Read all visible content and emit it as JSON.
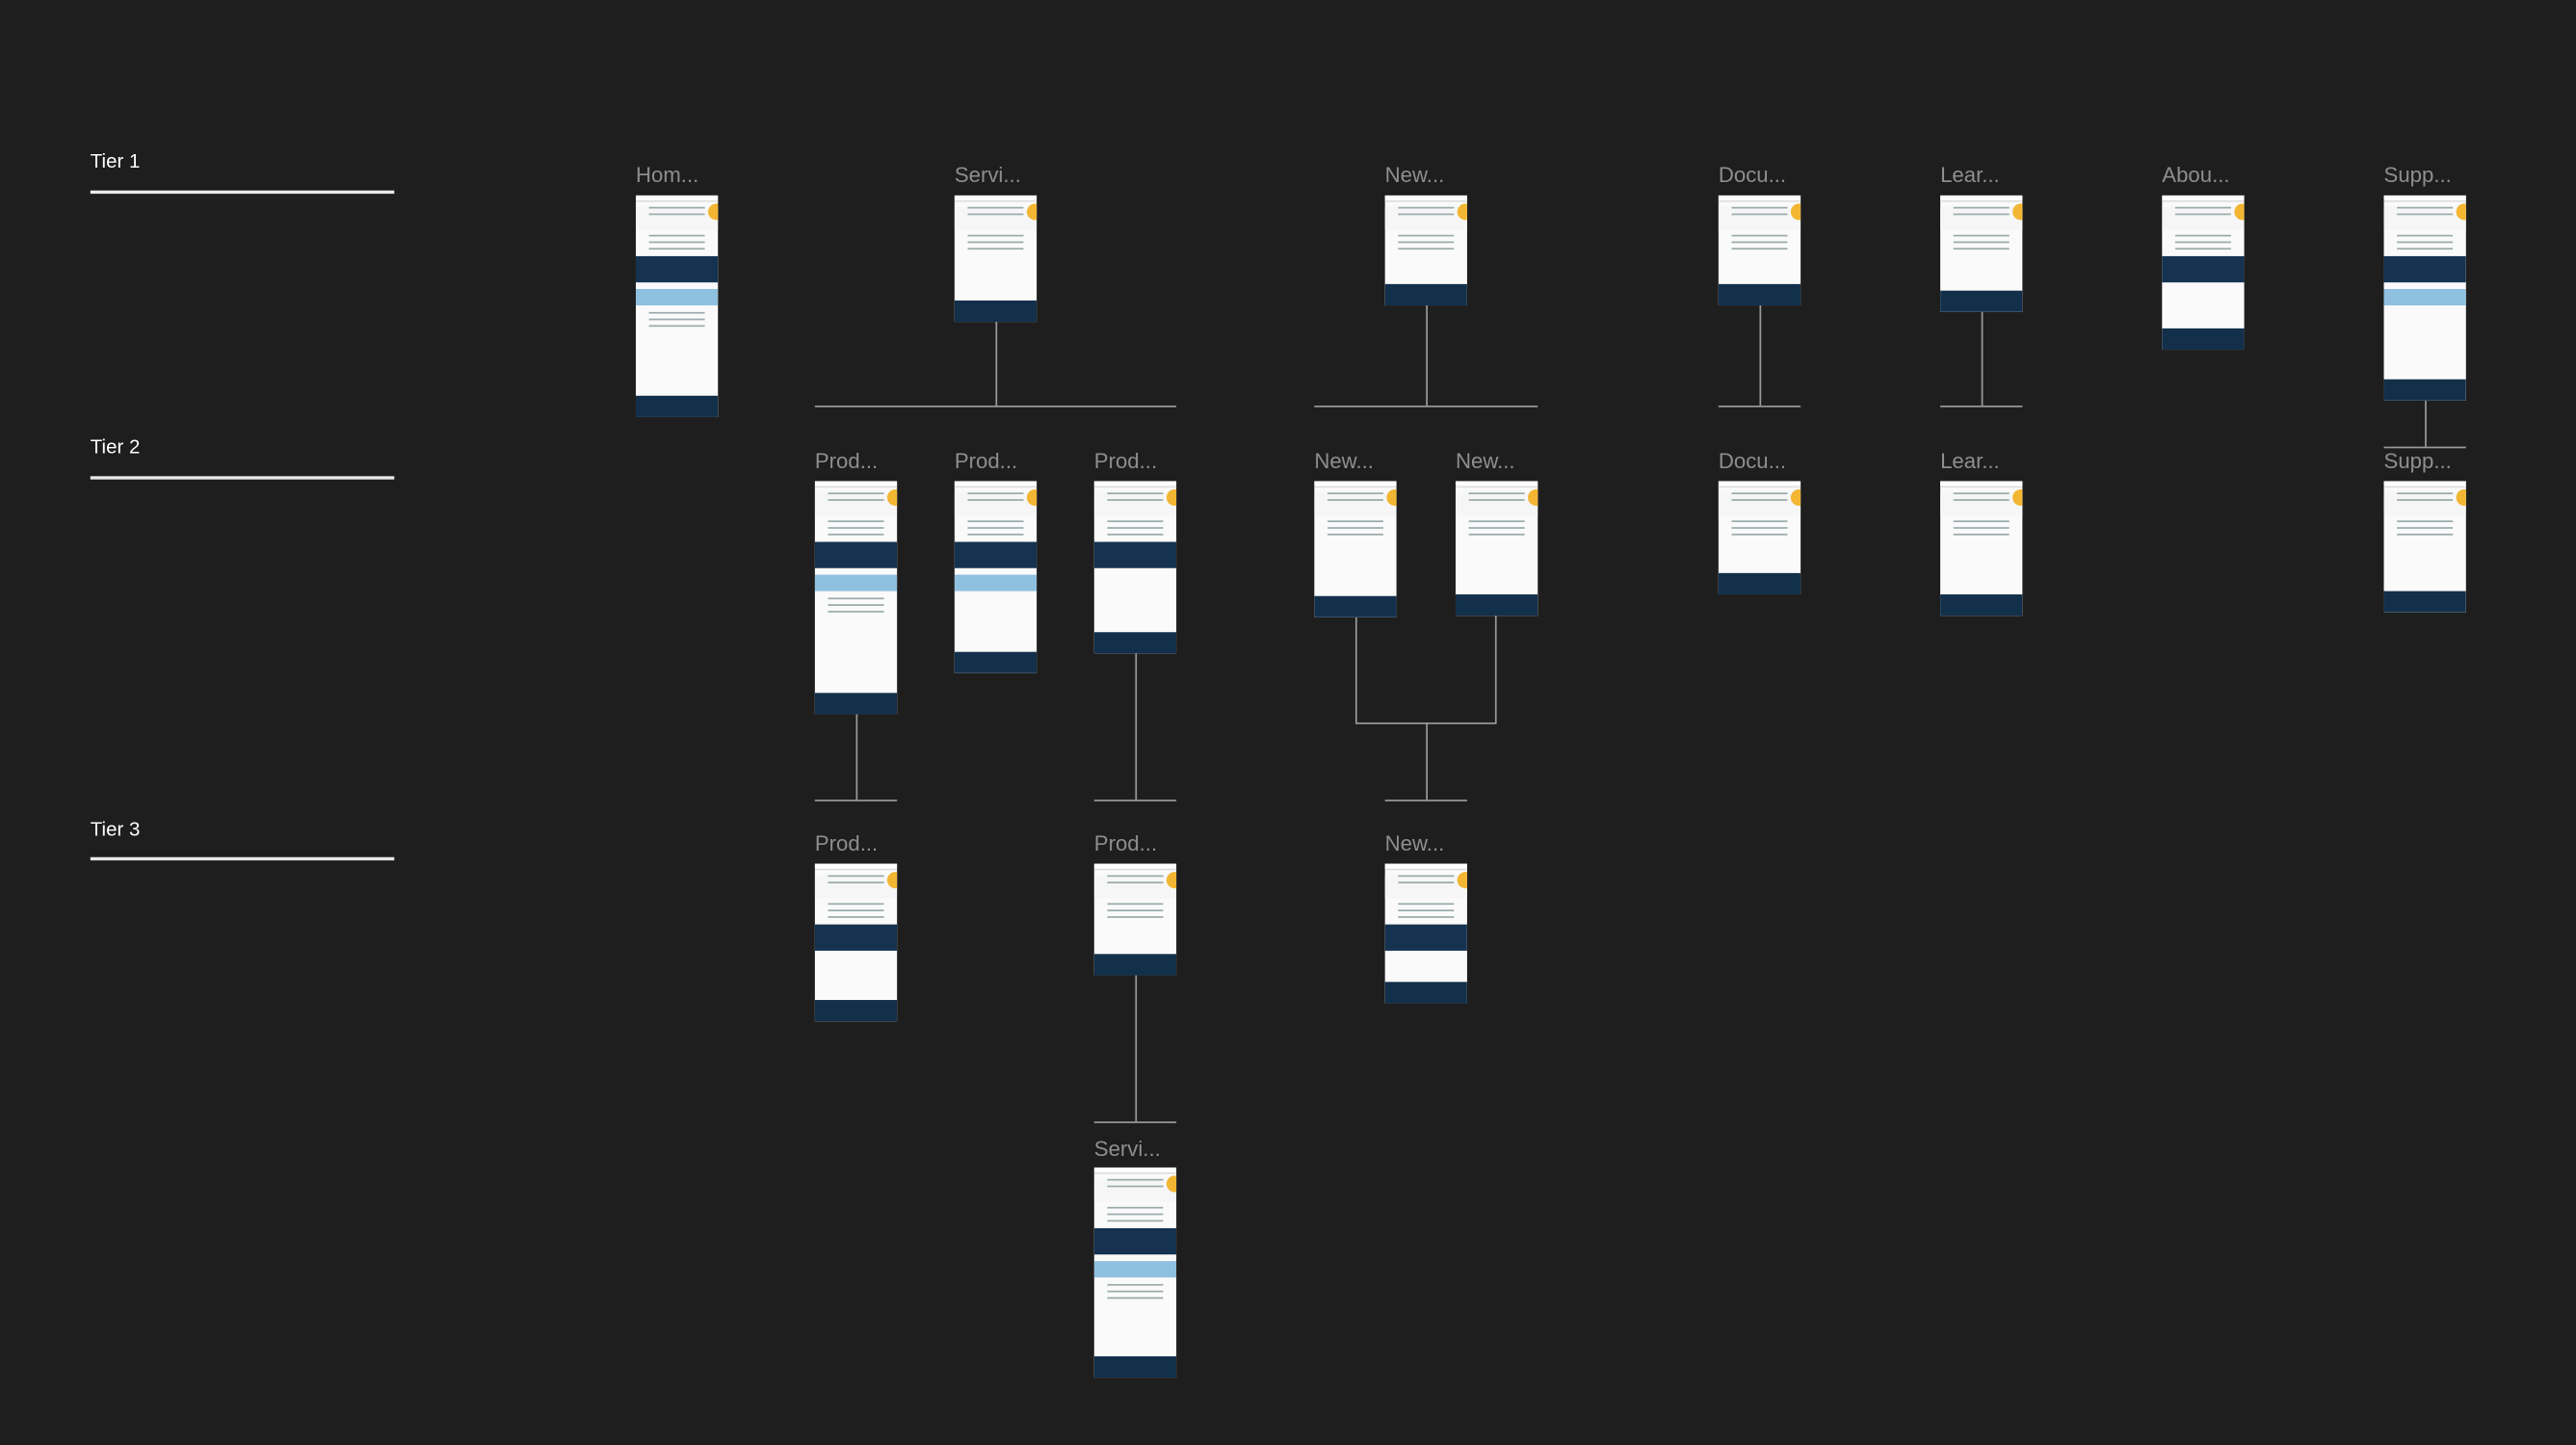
{
  "tiers": [
    "Tier 1",
    "Tier 2",
    "Tier 3"
  ],
  "pages": {
    "t1": [
      "Hom...",
      "Servi...",
      "New...",
      "Docu...",
      "Lear...",
      "Abou...",
      "Supp..."
    ],
    "t2": [
      "Prod...",
      "Prod...",
      "Prod...",
      "New...",
      "New...",
      "Docu...",
      "Lear...",
      "Supp..."
    ],
    "t3": [
      "Prod...",
      "Prod...",
      "New...",
      "Servi..."
    ]
  },
  "colors": {
    "background": "#1e1e1e",
    "footer": "#13304b",
    "accent": "#f2b632",
    "light_blue": "#8fc0e0"
  }
}
